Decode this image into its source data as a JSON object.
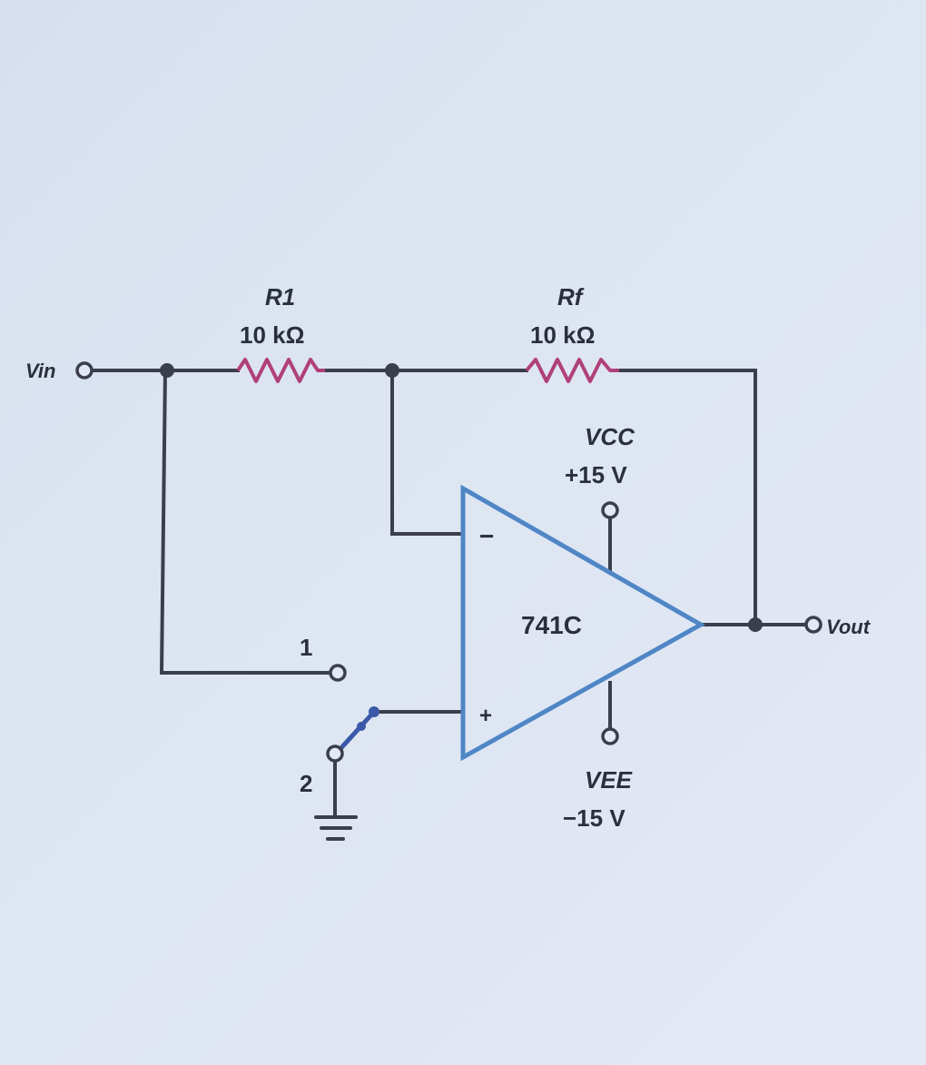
{
  "colors": {
    "wire": "#3b3e4c",
    "resistor": "#b0407a",
    "opamp": "#4f86c6",
    "text": "#2a2f3d",
    "background": "#dde5f2"
  },
  "labels": {
    "vin": "Vin",
    "r1_name": "R1",
    "r1_value": "10 kΩ",
    "rf_name": "Rf",
    "rf_value": "10 kΩ",
    "vcc_name": "VCC",
    "vcc_value": "+15 V",
    "vee_name": "VEE",
    "vee_value": "−15 V",
    "opamp": "741C",
    "minus": "−",
    "plus": "+",
    "switch_pos1": "1",
    "switch_pos2": "2",
    "vout": "Vout"
  }
}
